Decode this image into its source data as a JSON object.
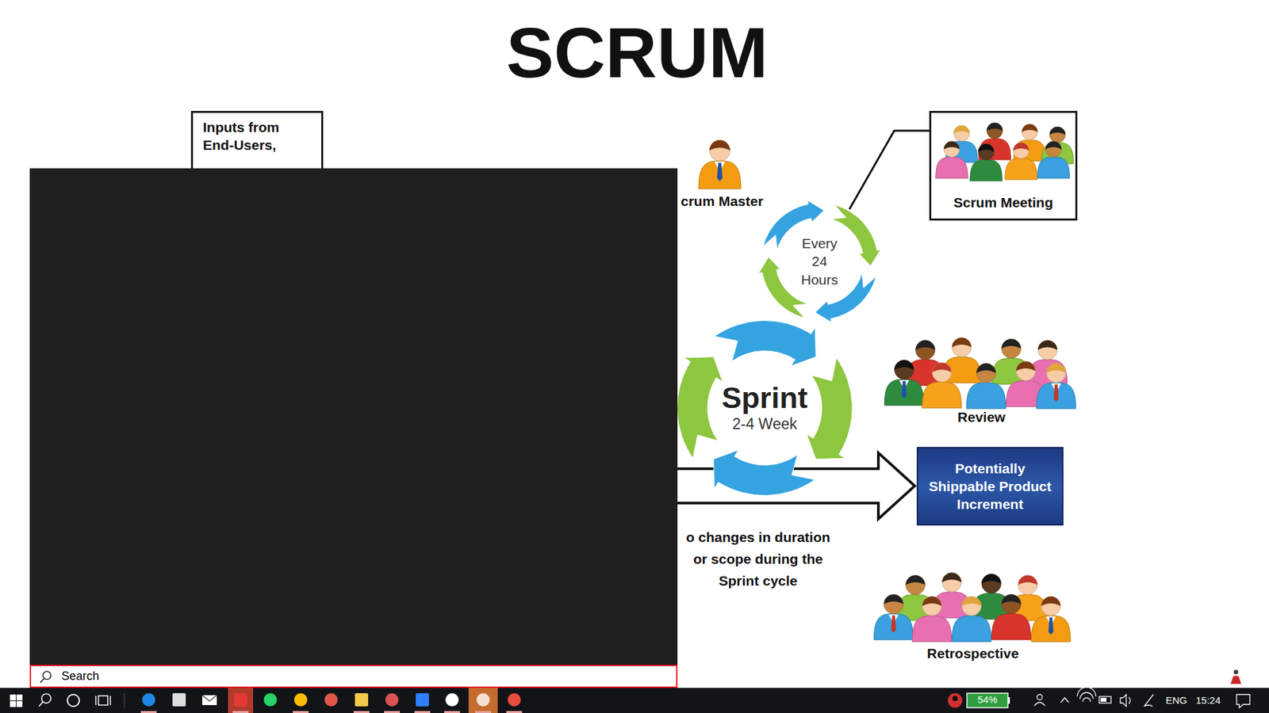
{
  "diagram": {
    "title": "SCRUM",
    "nodes": [
      {
        "text": [
          "Inputs from End-Users,"
        ]
      },
      {
        "text": [
          "Scrum Meeting"
        ]
      },
      {
        "text": [
          "Every 24 Hours"
        ]
      },
      {
        "text": [
          "Sprint",
          "2-4 Week"
        ]
      },
      {
        "text": [
          "Potentially Shippable Product Increment"
        ]
      },
      {
        "text": [
          "Search"
        ]
      }
    ],
    "edges": [
      {
        "from": 1,
        "to": 2,
        "arrow": "none"
      },
      {
        "from": 3,
        "to": 4,
        "arrow": "to"
      }
    ],
    "labels": [
      "crum Master",
      "Review",
      "o changes in duration or scope during the Sprint cycle",
      "Retrospective",
      "54%",
      "ENG",
      "15:24"
    ]
  }
}
